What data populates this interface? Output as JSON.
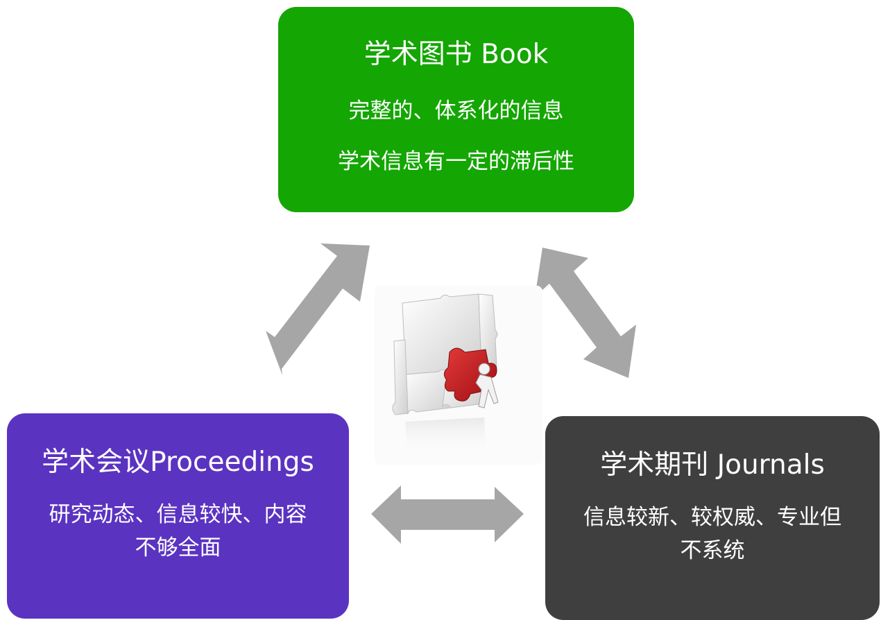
{
  "colors": {
    "book_box": "#14a602",
    "proceedings_box": "#5b33c1",
    "journals_box": "#3f3f3f",
    "arrow": "#a6a6a6",
    "puzzle_red": "#c8171b"
  },
  "book": {
    "title": "学术图书 Book",
    "line1": "完整的、体系化的信息",
    "line2": "学术信息有一定的滞后性"
  },
  "proceedings": {
    "title": "学术会议Proceedings",
    "line1": "研究动态、信息较快、内容",
    "line2": "不够全面"
  },
  "journals": {
    "title": "学术期刊 Journals",
    "line1": "信息较新、较权威、专业但",
    "line2": "不系统"
  },
  "center_image": {
    "icon": "puzzle-assembly-icon"
  }
}
